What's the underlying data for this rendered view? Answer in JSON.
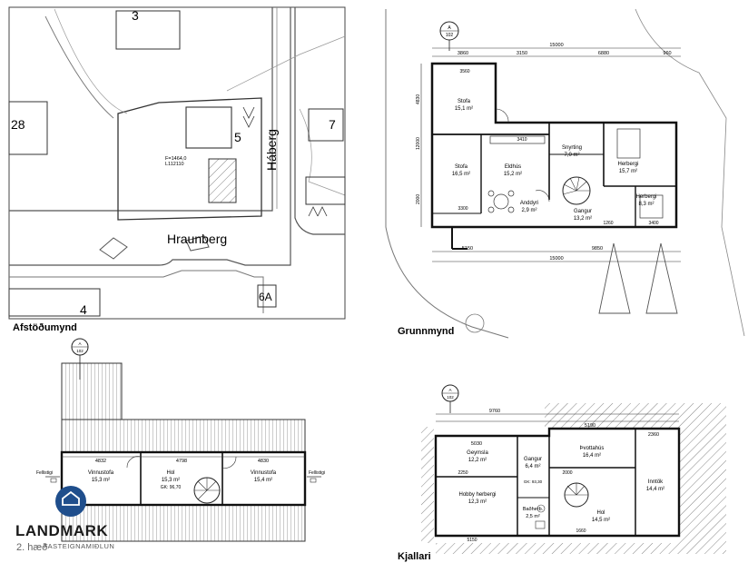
{
  "site": {
    "caption": "Afstöðumynd",
    "street_main": "Hraunberg",
    "street_side": "Háberg",
    "lots": [
      "3",
      "28",
      "5",
      "7",
      "4",
      "6A"
    ],
    "lot_info": [
      "F=1464,0",
      "L112110"
    ]
  },
  "ground": {
    "caption": "Grunnmynd",
    "north": {
      "letter": "A",
      "num": "102"
    },
    "dims_top": [
      "15000",
      "3860",
      "3150",
      "6880",
      "960"
    ],
    "dims_bottom": [
      "5150",
      "9850",
      "15000"
    ],
    "dims_side": [
      "4830",
      "12000",
      "2000"
    ],
    "rooms": [
      {
        "name": "Stofa",
        "area": "15,1 m²"
      },
      {
        "name": "Stofa",
        "area": "16,5 m²"
      },
      {
        "name": "Eldhús",
        "area": "15,2 m²"
      },
      {
        "name": "Snyrting",
        "area": "7,0 m²"
      },
      {
        "name": "Herbergi",
        "area": "15,7 m²"
      },
      {
        "name": "Herbergi",
        "area": "8,3 m²"
      },
      {
        "name": "Anddyri",
        "area": "2,9 m²"
      },
      {
        "name": "Gangur",
        "area": "13,2 m²"
      }
    ],
    "inner_dims": [
      "3560",
      "3410",
      "3300",
      "1260",
      "3400"
    ]
  },
  "upper": {
    "caption": "2. hæð",
    "north": {
      "letter": "A",
      "num": "102"
    },
    "dims": [
      "4832",
      "4798",
      "4830"
    ],
    "rooms": [
      {
        "name": "Vinnustofa",
        "area": "15,3 m²"
      },
      {
        "name": "Hol",
        "area": "15,3 m²"
      },
      {
        "name": "Vinnustofa",
        "area": "15,4 m²"
      }
    ],
    "gk": "GK: 96,70",
    "side_labels": [
      "Fellistigi",
      "Fellistigi"
    ]
  },
  "basement": {
    "caption": "Kjallari",
    "north": {
      "letter": "A",
      "num": "102"
    },
    "dims_top": [
      "9760",
      "5190",
      "5030",
      "2360"
    ],
    "rooms": [
      {
        "name": "Geymsla",
        "area": "12,2 m²"
      },
      {
        "name": "Gangur",
        "area": "6,4 m²"
      },
      {
        "name": "Þvottahús",
        "area": "16,4 m²"
      },
      {
        "name": "Inntök",
        "area": "14,4 m²"
      },
      {
        "name": "Hobby herbergi",
        "area": "12,3 m²"
      },
      {
        "name": "Baðherb.",
        "area": "2,5 m²"
      },
      {
        "name": "Hol",
        "area": "14,5 m²"
      }
    ],
    "gk": "GK: 93,30",
    "inner_dims": [
      "2250",
      "2000",
      "1660",
      "5150"
    ]
  },
  "logo": {
    "name": "LANDMARK",
    "sub": "FASTEIGNAMIÐLUN"
  },
  "colors": {
    "line": "#1a1a1a",
    "grey": "#7a7a7a",
    "logo_blue": "#1f4e8c"
  }
}
